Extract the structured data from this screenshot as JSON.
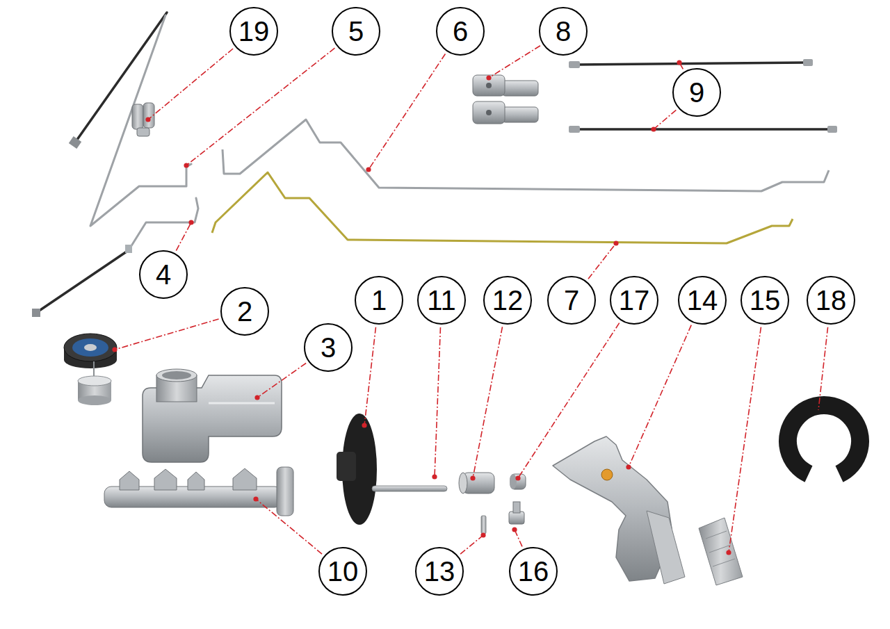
{
  "diagram": {
    "nodes": [
      {
        "text": [
          "19"
        ]
      },
      {
        "text": [
          "5"
        ]
      },
      {
        "text": [
          "6"
        ]
      },
      {
        "text": [
          "8"
        ]
      },
      {
        "text": [
          "9"
        ]
      },
      {
        "text": [
          "4"
        ]
      },
      {
        "text": [
          "1"
        ]
      },
      {
        "text": [
          "11"
        ]
      },
      {
        "text": [
          "12"
        ]
      },
      {
        "text": [
          "7"
        ]
      },
      {
        "text": [
          "17"
        ]
      },
      {
        "text": [
          "14"
        ]
      },
      {
        "text": [
          "15"
        ]
      },
      {
        "text": [
          "18"
        ]
      },
      {
        "text": [
          "2"
        ]
      },
      {
        "text": [
          "3"
        ]
      },
      {
        "text": [
          "10"
        ]
      },
      {
        "text": [
          "13"
        ]
      },
      {
        "text": [
          "16"
        ]
      }
    ]
  }
}
